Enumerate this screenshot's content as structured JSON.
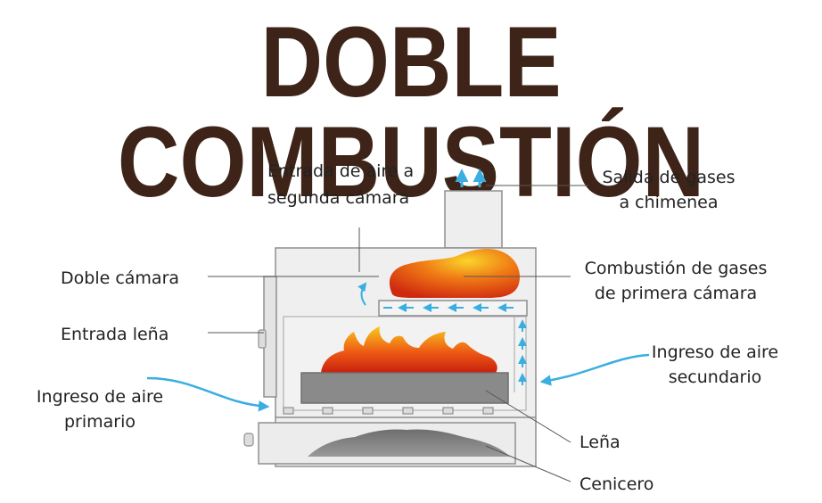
{
  "title": "DOBLE COMBUSTIÓN",
  "labels": {
    "entrada_aire_segunda_1": "Entrada de aire a",
    "entrada_aire_segunda_2": "segunda cámara",
    "salida_gases_1": "Salida de gases",
    "salida_gases_2": "a chimenea",
    "doble_camara": "Doble cámara",
    "combustion_gases_1": "Combustión de gases",
    "combustion_gases_2": "de primera cámara",
    "entrada_lena": "Entrada leña",
    "ingreso_secundario_1": "Ingreso de aire",
    "ingreso_secundario_2": "secundario",
    "ingreso_primario_1": "Ingreso de aire",
    "ingreso_primario_2": "primario",
    "lena": "Leña",
    "cenicero": "Cenicero"
  },
  "colors": {
    "title": "#3e2418",
    "stove_fill": "#efefef",
    "stove_stroke": "#8f8f8f",
    "air_arrow": "#3aaee0",
    "flame_inner": "#f7c21a",
    "flame_outer": "#d42a12",
    "ash": "#7d7d7d",
    "wood": "#8a8a8a"
  }
}
